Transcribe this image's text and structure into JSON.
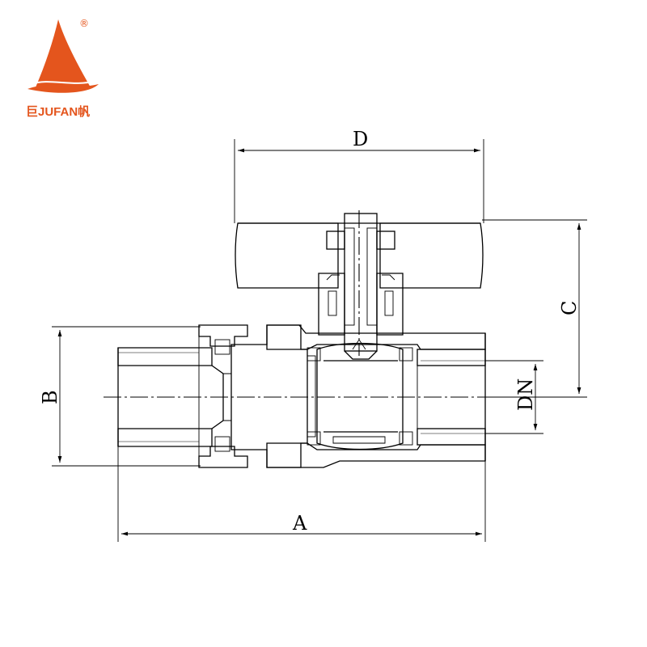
{
  "brand": {
    "name": "巨JUFAN帆",
    "registered_mark": "®",
    "color": "#e4551d"
  },
  "dimensions": {
    "width_label": "D",
    "height_label": "C",
    "body_height_label": "B",
    "length_label": "A",
    "bore_label": "DN"
  }
}
